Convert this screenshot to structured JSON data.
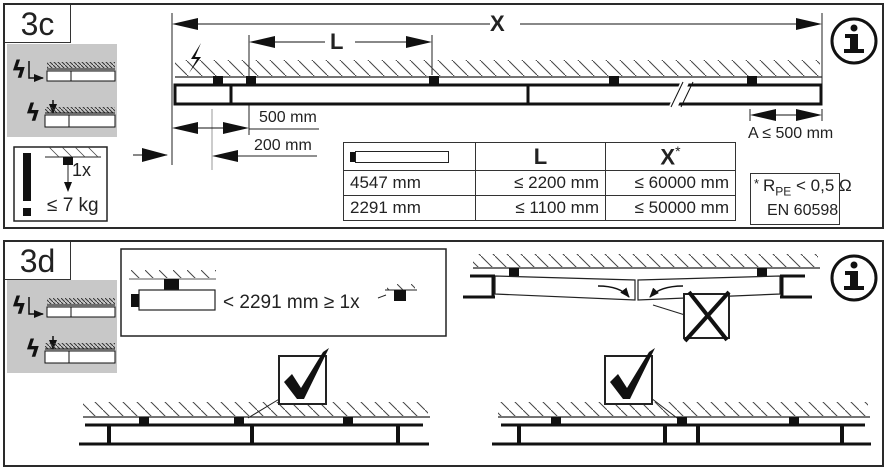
{
  "panels": {
    "p3c": {
      "step": "3c",
      "dimension_x_label": "X",
      "dimension_l_label": "L",
      "dim_500": "500 mm",
      "dim_200": "200 mm",
      "dim_a": "A ≤ 500 mm",
      "weight_multiplier": "1x",
      "weight_limit": "≤ 7 kg",
      "icons": [
        "info-icon",
        "electric-hazard-icon",
        "warning-exclamation-icon"
      ],
      "table": {
        "headers": [
          "[rail-icon]",
          "L",
          "X*"
        ],
        "header_l": "L",
        "header_x": "X",
        "header_x_mark": "*",
        "rows": [
          {
            "length": "4547 mm",
            "L": "≤ 2200 mm",
            "X": "≤ 60000 mm"
          },
          {
            "length": "2291 mm",
            "L": "≤ 1100 mm",
            "X": "≤ 50000 mm"
          }
        ]
      },
      "footnote": {
        "star": "*",
        "r_symbol": "R",
        "r_sub": "PE",
        "r_value": "< 0,5 Ω",
        "standard": "EN 60598"
      }
    },
    "p3d": {
      "step": "3d",
      "rule_text": "< 2291 mm ≥ 1x",
      "icons": [
        "info-icon",
        "electric-hazard-icon",
        "check-mark-icon",
        "cross-mark-icon"
      ]
    }
  },
  "colors": {
    "ink": "#222222",
    "gray_panel": "#c8c8c8",
    "border": "#2a2a2a"
  }
}
